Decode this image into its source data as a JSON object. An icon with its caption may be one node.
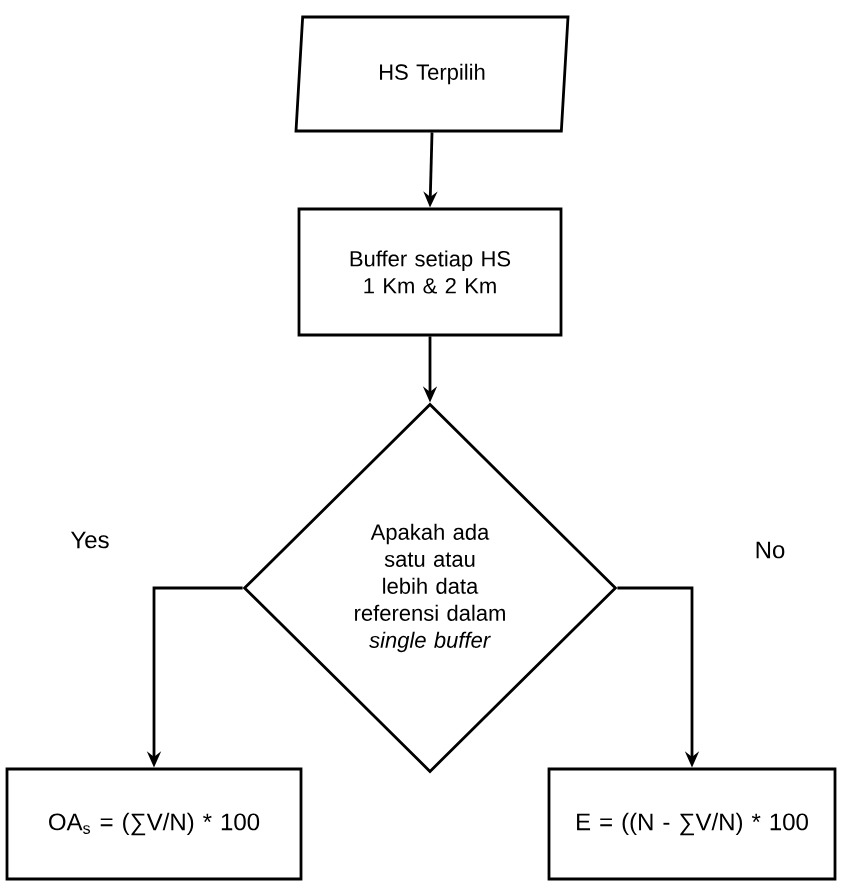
{
  "diagram": {
    "nodes": [
      {
        "text": [
          "HS Terpilih"
        ]
      },
      {
        "text": [
          "Buffer setiap HS 1 Km & 2 Km"
        ]
      },
      {
        "text": [
          "Apakah ada satu atau lebih data referensi dalam *single buffer*"
        ]
      },
      {
        "text": [
          "OA$_{s}$ = (∑V/N) * 100"
        ]
      },
      {
        "text": [
          "E = ((N - ∑V/N) * 100"
        ]
      }
    ],
    "edges": [
      {
        "from": 0,
        "to": 1,
        "arrow": "to"
      },
      {
        "from": 1,
        "to": 2,
        "arrow": "to"
      },
      {
        "from": 2,
        "to": 3,
        "arrow": "to",
        "label": "Yes"
      },
      {
        "from": 2,
        "to": 4,
        "arrow": "to",
        "label": "No"
      }
    ]
  }
}
